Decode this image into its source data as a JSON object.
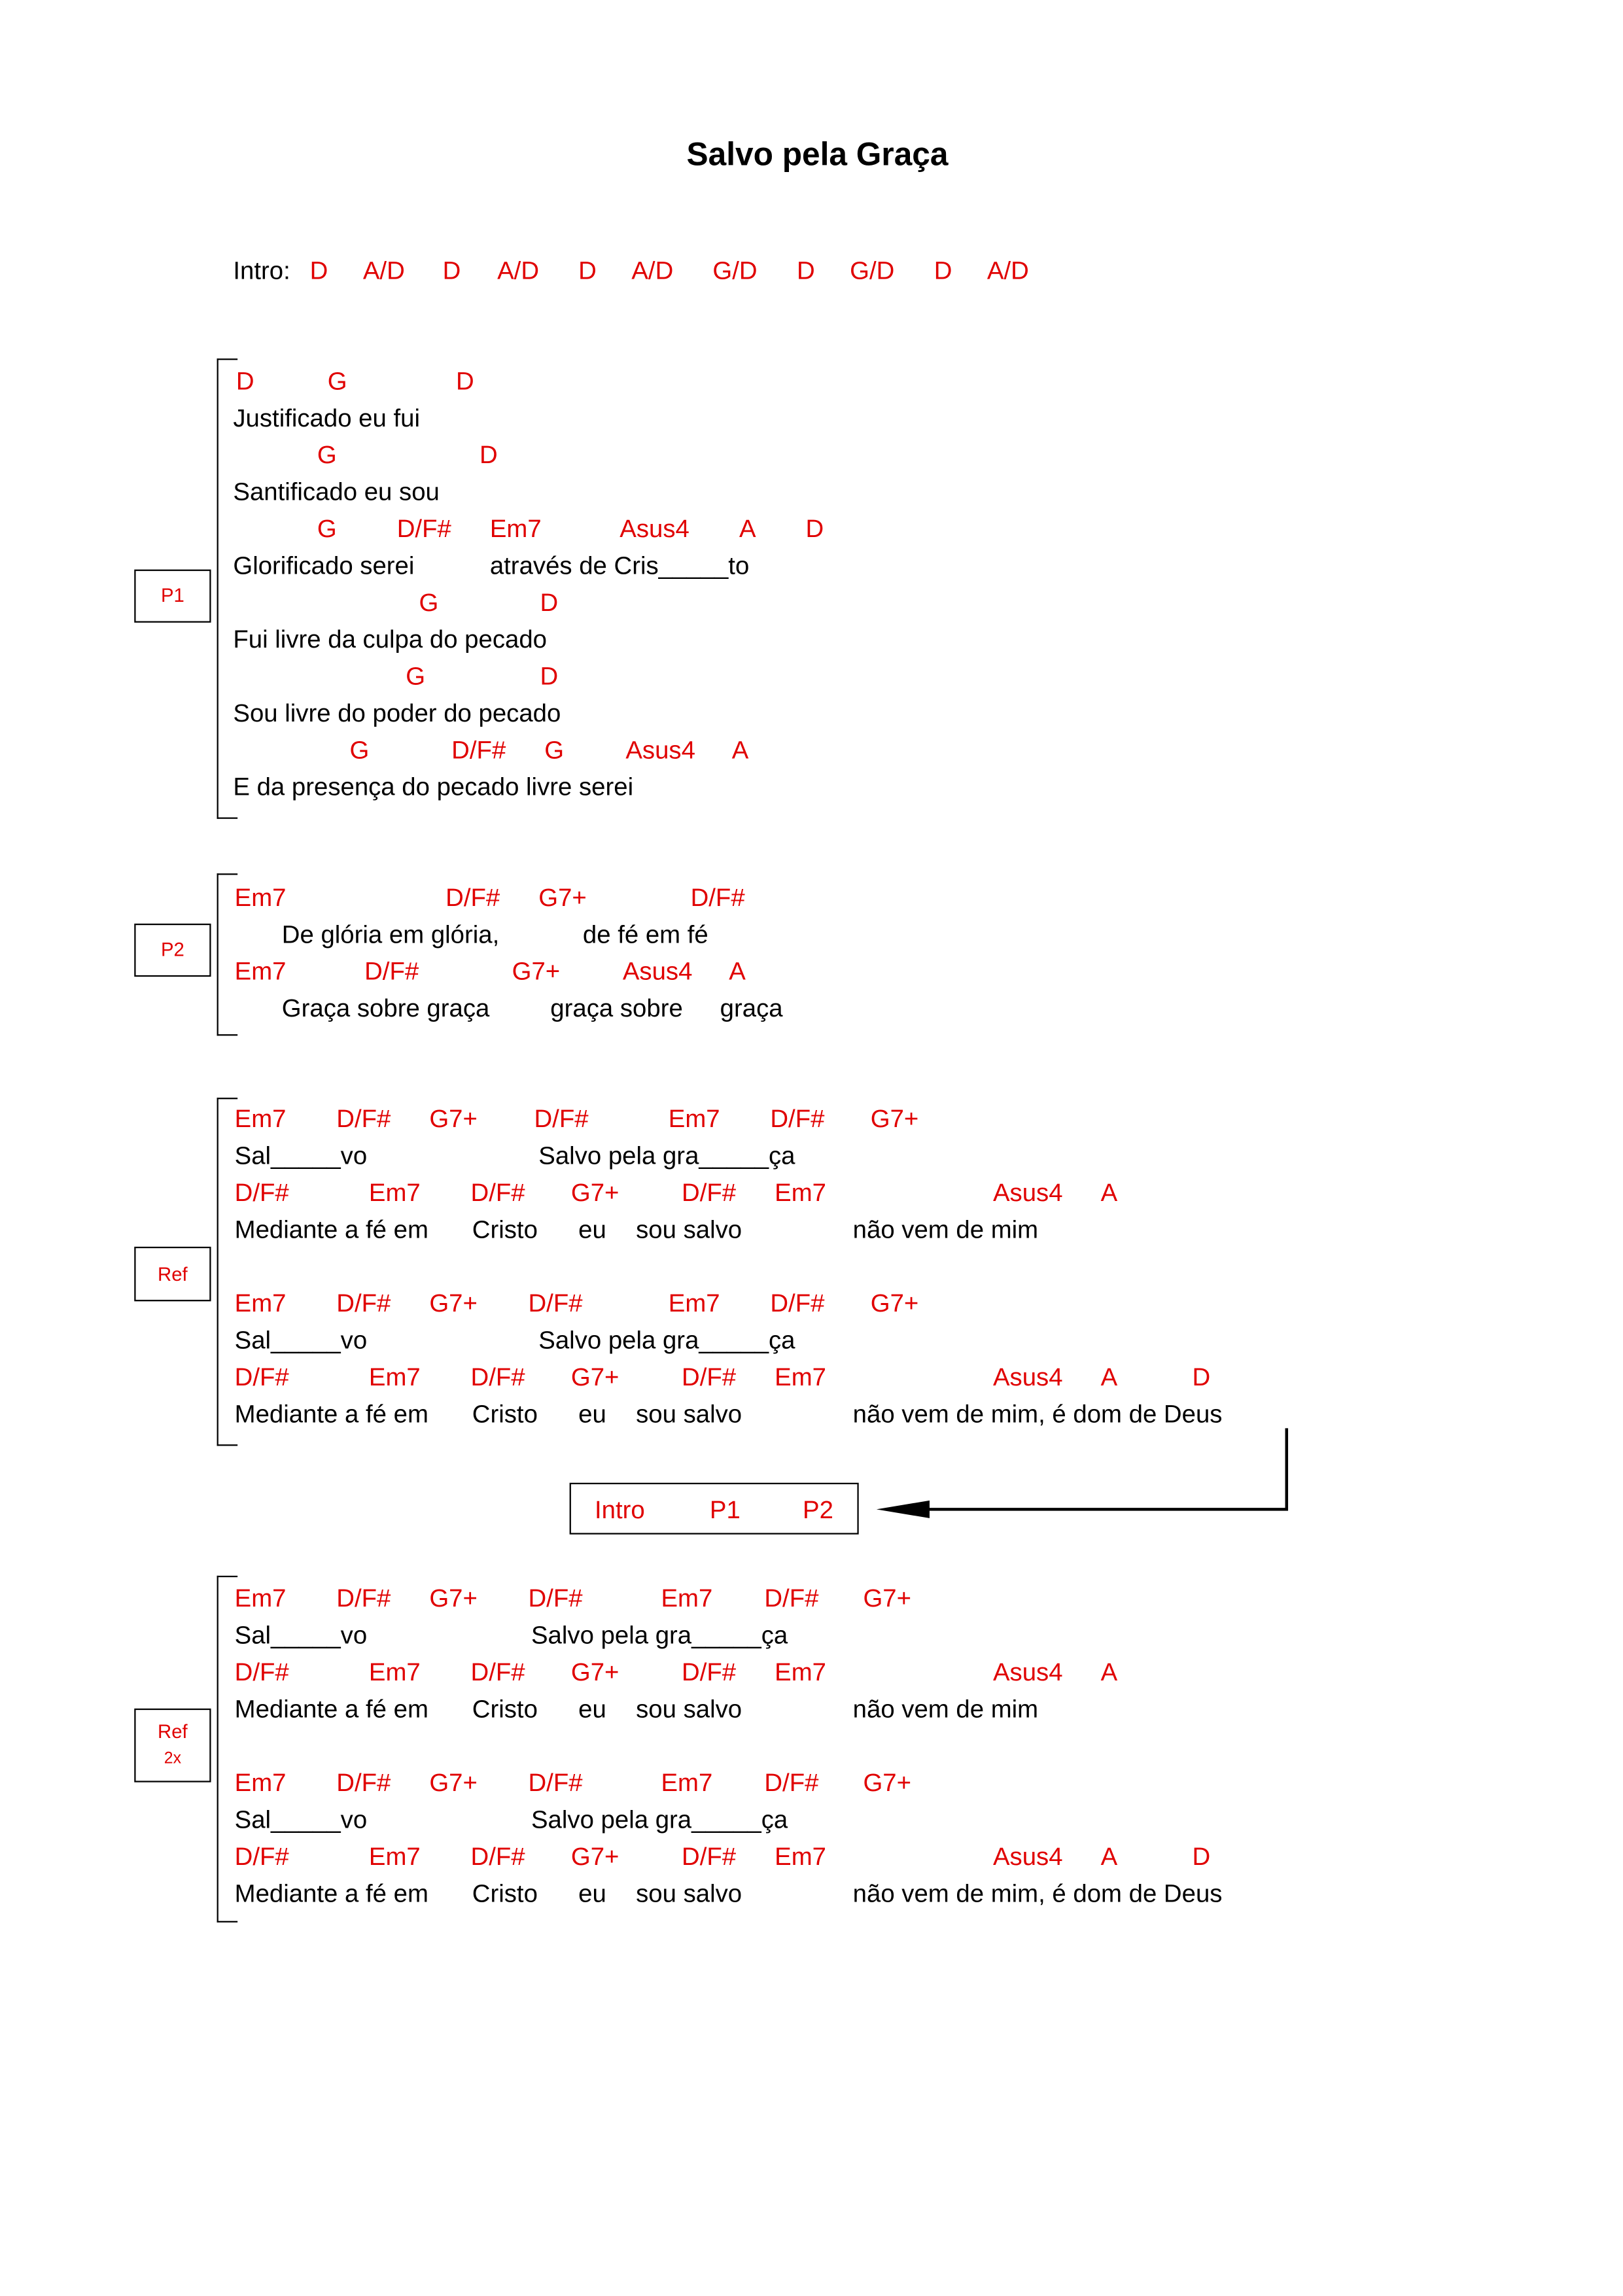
{
  "title": "Salvo pela Graça",
  "intro": {
    "label": "Intro:",
    "chords": [
      "D",
      "A/D",
      "D",
      "A/D",
      "D",
      "A/D",
      "G/D",
      "D",
      "G/D",
      "D",
      "A/D"
    ]
  },
  "sections": [
    {
      "label": [
        "P1"
      ],
      "lines": [
        [
          "D",
          "G",
          "D"
        ],
        [
          "Justificado eu fui"
        ],
        [
          "G",
          "D"
        ],
        [
          "Santificado eu sou"
        ],
        [
          "G",
          "D/F#",
          "Em7",
          "Asus4",
          "A",
          "D"
        ],
        [
          "Glorificado serei",
          "através de Cris_____to"
        ],
        [
          "G",
          "D"
        ],
        [
          "Fui livre da culpa do pecado"
        ],
        [
          "G",
          "D"
        ],
        [
          "Sou livre do poder do pecado"
        ],
        [
          "G",
          "D/F#",
          "G",
          "Asus4",
          "A"
        ],
        [
          "E da presença do pecado livre serei"
        ]
      ]
    },
    {
      "label": [
        "P2"
      ],
      "lines": [
        [
          "Em7",
          "D/F#",
          "G7+",
          "D/F#"
        ],
        [
          "De glória em glória,",
          "de fé em fé"
        ],
        [
          "Em7",
          "D/F#",
          "G7+",
          "Asus4",
          "A"
        ],
        [
          "Graça sobre graça",
          "graça sobre",
          "graça"
        ]
      ]
    },
    {
      "label": [
        "Ref"
      ],
      "lines": [
        [
          "Em7",
          "D/F#",
          "G7+",
          "D/F#",
          "Em7",
          "D/F#",
          "G7+"
        ],
        [
          "Sal_____vo",
          "Salvo pela gra_____ça"
        ],
        [
          "D/F#",
          "Em7",
          "D/F#",
          "G7+",
          "D/F#",
          "Em7",
          "Asus4",
          "A"
        ],
        [
          "Mediante a fé em",
          "Cristo",
          "eu",
          "sou salvo",
          "não vem de mim"
        ],
        [
          "Em7",
          "D/F#",
          "G7+",
          "D/F#",
          "Em7",
          "D/F#",
          "G7+"
        ],
        [
          "Sal_____vo",
          "Salvo pela gra_____ça"
        ],
        [
          "D/F#",
          "Em7",
          "D/F#",
          "G7+",
          "D/F#",
          "Em7",
          "Asus4",
          "A",
          "D"
        ],
        [
          "Mediante a fé em",
          "Cristo",
          "eu",
          "sou salvo",
          "não vem de mim, é dom de Deus"
        ]
      ]
    },
    {
      "label": [
        "Ref",
        "2x"
      ],
      "lines": [
        [
          "Em7",
          "D/F#",
          "G7+",
          "D/F#",
          "Em7",
          "D/F#",
          "G7+"
        ],
        [
          "Sal_____vo",
          "Salvo pela gra_____ça"
        ],
        [
          "D/F#",
          "Em7",
          "D/F#",
          "G7+",
          "D/F#",
          "Em7",
          "Asus4",
          "A"
        ],
        [
          "Mediante a fé em",
          "Cristo",
          "eu",
          "sou salvo",
          "não vem de mim"
        ],
        [
          "Em7",
          "D/F#",
          "G7+",
          "D/F#",
          "Em7",
          "D/F#",
          "G7+"
        ],
        [
          "Sal_____vo",
          "Salvo pela gra_____ça"
        ],
        [
          "D/F#",
          "Em7",
          "D/F#",
          "G7+",
          "D/F#",
          "Em7",
          "Asus4",
          "A",
          "D"
        ],
        [
          "Mediante a fé em",
          "Cristo",
          "eu",
          "sou salvo",
          "não vem de mim, é dom de Deus"
        ]
      ]
    }
  ],
  "repeat_box": [
    "Intro",
    "P1",
    "P2"
  ]
}
